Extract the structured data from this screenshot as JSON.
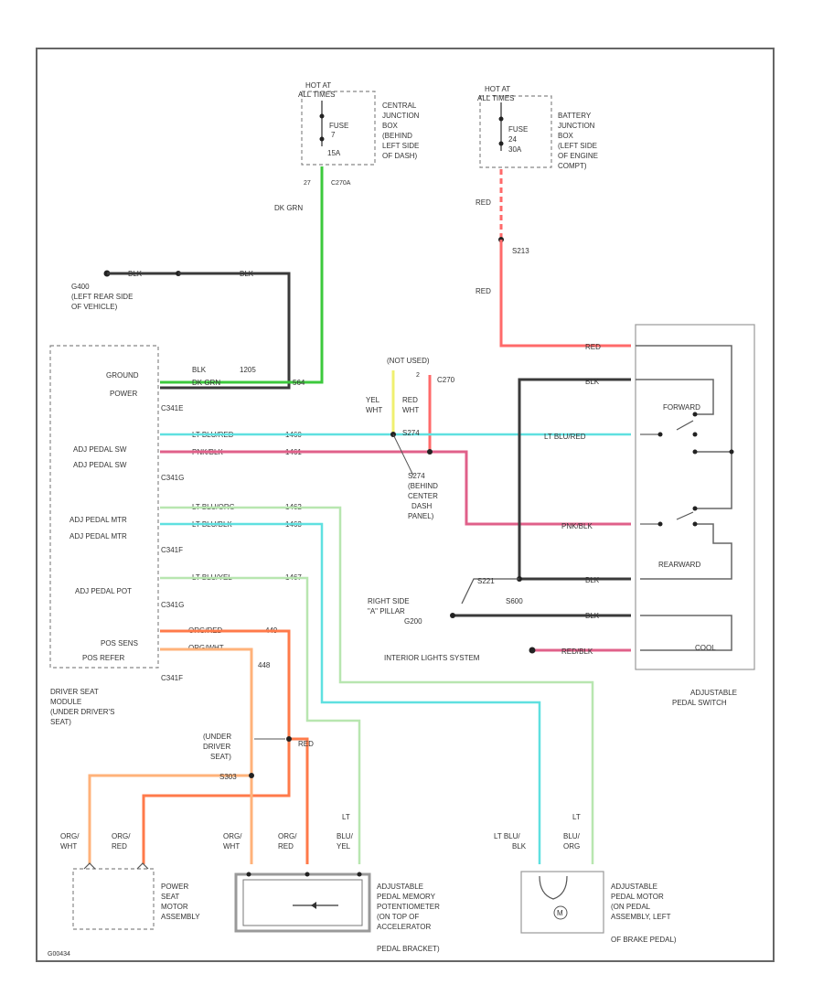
{
  "colors": {
    "black": "#3a3a3a",
    "dk_green": "#3cc93c",
    "red": "#ff6a6a",
    "pink": "#e0608a",
    "lt_blue": "#5fe0e0",
    "lt_green": "#b8e6b0",
    "orange": "#ffb27a",
    "orange_red": "#ff7a4a",
    "yellow": "#f0f070"
  },
  "fuse1": {
    "hot": "HOT AT",
    "times": "ALL TIMES",
    "fuse": "FUSE",
    "rating": "7",
    "amp": "15A",
    "cav": "27",
    "conn": "C270A",
    "desc1": "CENTRAL",
    "desc2": "JUNCTION",
    "desc3": "BOX",
    "desc4": "(BEHIND",
    "desc5": "LEFT SIDE",
    "desc6": "OF DASH)"
  },
  "fuse2": {
    "hot": "HOT AT",
    "times": "ALL TIMES",
    "fuse": "FUSE",
    "rating": "24",
    "amp": "30A",
    "desc1": "BATTERY",
    "desc2": "JUNCTION",
    "desc3": "BOX",
    "desc4": "(LEFT SIDE",
    "desc5": "OF ENGINE",
    "desc6": "COMPT)"
  },
  "ground": {
    "name": "G400",
    "loc1": "(LEFT REAR SIDE",
    "loc2": "OF VEHICLE)",
    "wire1": "BLK",
    "wire2": "BLK"
  },
  "splices": {
    "s213": "S213",
    "s274": "S274",
    "s274_1": "S274",
    "s274_2": "(BEHIND",
    "s274_3": "CENTER",
    "s274_4": "DASH",
    "s274_5": "PANEL)",
    "s221": "S221",
    "s600": "S600",
    "g200_1": "RIGHT SIDE",
    "g200_2": "\"A\" PILLAR",
    "g200_3": "G200"
  },
  "not_used": {
    "label": "(NOT USED)",
    "pin": "2",
    "conn": "C270",
    "yel": "YEL",
    "wht": "WHT",
    "red": "RED",
    "wht2": "WHT"
  },
  "module": {
    "rows": [
      "GROUND",
      "POWER",
      "C341E",
      "ADJ PEDAL SW",
      "ADJ PEDAL SW",
      "C341G",
      "ADJ PEDAL MTR",
      "ADJ PEDAL MTR",
      "C341F",
      "ADJ PEDAL POT",
      "C341G",
      "POS SENS",
      "POS REFER",
      "C341F"
    ],
    "name1": "DRIVER SEAT",
    "name2": "MODULE",
    "name3": "(UNDER DRIVER'S",
    "name4": "SEAT)"
  },
  "wires": {
    "gnd": "BLK",
    "gnd_n": "1205",
    "pwr": "DK GRN",
    "pwr_n": "564",
    "sw1": "LT BLU/RED",
    "sw1_n": "1460",
    "sw2": "PNK/BLK",
    "sw2_n": "1461",
    "m1": "LT BLU/ORG",
    "m1_n": "1462",
    "m2": "LT BLU/BLK",
    "m2_n": "1463",
    "pot": "LT BLU/YEL",
    "pot_n": "1467",
    "ps": "ORG/RED",
    "ps_n": "449",
    "pr": "ORG/WHT",
    "pr_n": "448",
    "red_main": "RED",
    "red_main2": "RED",
    "dkgrn_top": "DK GRN",
    "s_red": "RED",
    "s_blk": "BLK",
    "s_ltblu": "LT BLU/RED",
    "s_pnk": "PNK/BLK",
    "s_blk2": "BLK",
    "s_blk3": "BLK",
    "s_redblk": "RED/BLK"
  },
  "switch": {
    "forward": "FORWARD",
    "rearward": "REARWARD",
    "cool": "COOL",
    "name1": "ADJUSTABLE",
    "name2": "PEDAL SWITCH",
    "int": "INTERIOR LIGHTS SYSTEM"
  },
  "under_seat": {
    "l1": "(UNDER",
    "l2": "DRIVER",
    "l3": "SEAT)",
    "l4": "S303",
    "red": "RED"
  },
  "bottom": {
    "ps_w1a": "ORG/",
    "ps_w1b": "WHT",
    "ps_w2a": "ORG/",
    "ps_w2b": "RED",
    "pot_w1a": "ORG/",
    "pot_w1b": "WHT",
    "pot_w2a": "ORG/",
    "pot_w2b": "RED",
    "pot_w3a": "LT",
    "pot_w3b": "BLU/",
    "pot_w3c": "YEL",
    "mtr_w1a": "LT BLU/",
    "mtr_w1b": "BLK",
    "mtr_w2a": "LT",
    "mtr_w2b": "BLU/",
    "mtr_w2c": "ORG",
    "psm1": "POWER",
    "psm2": "SEAT",
    "psm3": "MOTOR",
    "psm4": "ASSEMBLY",
    "pot1": "ADJUSTABLE",
    "pot2": "PEDAL MEMORY",
    "pot3": "POTENTIOMETER",
    "pot4": "(ON TOP OF",
    "pot5": "ACCELERATOR",
    "pot6": "PEDAL BRACKET)",
    "mot1": "ADJUSTABLE",
    "mot2": "PEDAL MOTOR",
    "mot3": "(ON PEDAL",
    "mot4": "ASSEMBLY, LEFT",
    "mot5": "OF BRAKE PEDAL)",
    "m": "M",
    "code": "G00434"
  }
}
